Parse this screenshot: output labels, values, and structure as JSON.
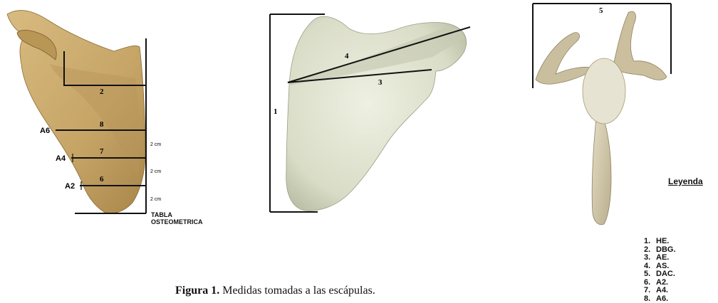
{
  "caption": {
    "label": "Figura 1.",
    "text": " Medidas tomadas a las escápulas."
  },
  "left_figure": {
    "measure_numbers": [
      "2",
      "8",
      "7",
      "6"
    ],
    "level_labels": [
      "A6",
      "A4",
      "A2"
    ],
    "interval_labels": [
      "2 cm",
      "2 cm",
      "2 cm"
    ],
    "tabla_lines": [
      "TABLA",
      "OSTEOMETRICA"
    ]
  },
  "center_figure": {
    "measure_numbers": [
      "1",
      "4",
      "3"
    ]
  },
  "right_figure": {
    "measure_number": "5"
  },
  "legend": {
    "title": "Leyenda",
    "items": [
      {
        "num": "1.",
        "abbr": "HE."
      },
      {
        "num": "2.",
        "abbr": "DBG."
      },
      {
        "num": "3.",
        "abbr": "AE."
      },
      {
        "num": "4.",
        "abbr": "AS."
      },
      {
        "num": "5.",
        "abbr": "DAC."
      },
      {
        "num": "6.",
        "abbr": "A2."
      },
      {
        "num": "7.",
        "abbr": "A4."
      },
      {
        "num": "8.",
        "abbr": "A6."
      }
    ]
  },
  "colors": {
    "bone_left": "#c9a96e",
    "bone_left_shadow": "#a8854a",
    "bone_center": "#e3e6d4",
    "bone_center_shadow": "#b9bda6",
    "bone_right": "#d9d2bc",
    "line": "#111111"
  }
}
